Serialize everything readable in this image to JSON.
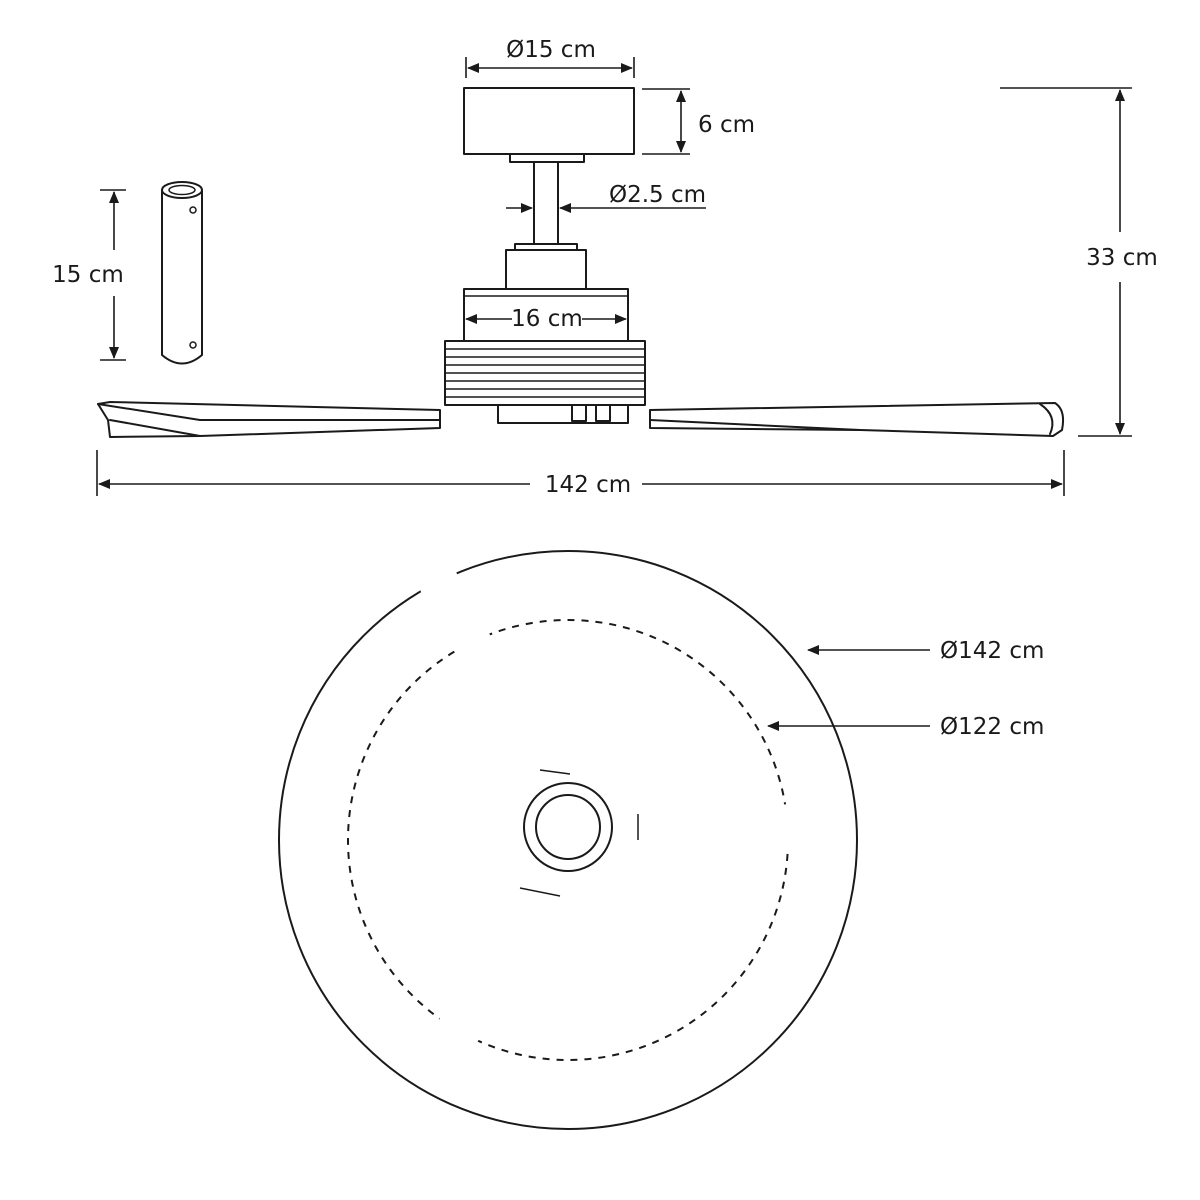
{
  "side_view": {
    "canopy_diameter": "Ø15 cm",
    "canopy_height": "6 cm",
    "downrod_diameter": "Ø2.5 cm",
    "motor_width": "16 cm",
    "total_height": "33 cm",
    "downrod_length": "15 cm",
    "span": "142 cm"
  },
  "top_view": {
    "sweep_diameter": "Ø142 cm",
    "inner_diameter": "Ø122 cm"
  },
  "colors": {
    "line": "#1a1a1a",
    "background": "#ffffff"
  }
}
